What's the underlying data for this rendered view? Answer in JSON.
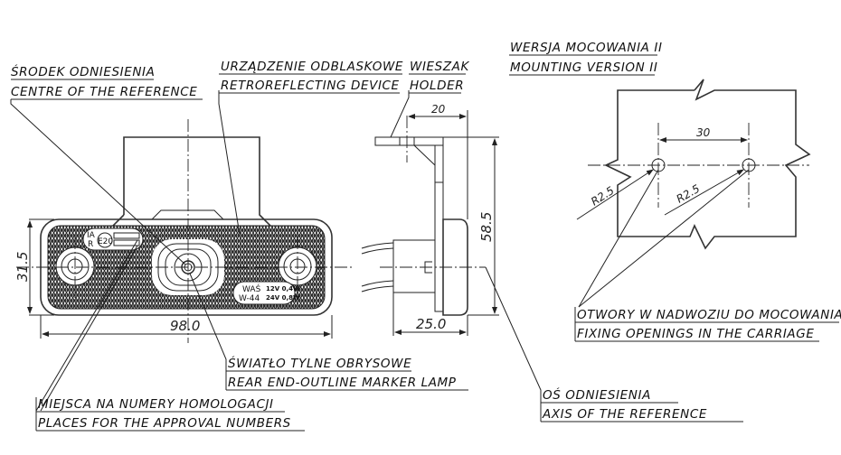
{
  "labels": {
    "center_ref_pl": "ŚRODEK ODNIESIENIA",
    "center_ref_en": "CENTRE OF THE REFERENCE",
    "retro_pl": "URZĄDZENIE ODBLASKOWE",
    "retro_en": "RETROREFLECTING DEVICE",
    "holder_pl": "WIESZAK",
    "holder_en": "HOLDER",
    "version_pl": "WERSJA MOCOWANIA II",
    "version_en": "MOUNTING VERSION II",
    "openings_pl": "OTWORY W NADWOZIU DO MOCOWANIA",
    "openings_en": "FIXING OPENINGS IN THE CARRIAGE",
    "lamp_pl": "ŚWIATŁO TYLNE OBRYSOWE",
    "lamp_en": "REAR END-OUTLINE MARKER LAMP",
    "approval_pl": "MIEJSCA NA NUMERY HOMOLOGACJI",
    "approval_en": "PLACES FOR THE APPROVAL NUMBERS",
    "axis_pl": "OŚ ODNIESIENIA",
    "axis_en": "AXIS OF THE REFERENCE"
  },
  "dimensions": {
    "height_front": "31.5",
    "width_front": "98.0",
    "holder_offset": "20",
    "height_side": "58.5",
    "depth_side": "25.0",
    "hole_spacing": "30",
    "hole_radius_left": "R2.5",
    "hole_radius_right": "R2.5"
  },
  "markings": {
    "class_ia": "IA",
    "class_r": "R",
    "approval_mark": "E20",
    "maker": "WAŚ",
    "model": "W-44",
    "rating_12v": "12V 0,4W",
    "rating_24v": "24V 0,8W"
  }
}
